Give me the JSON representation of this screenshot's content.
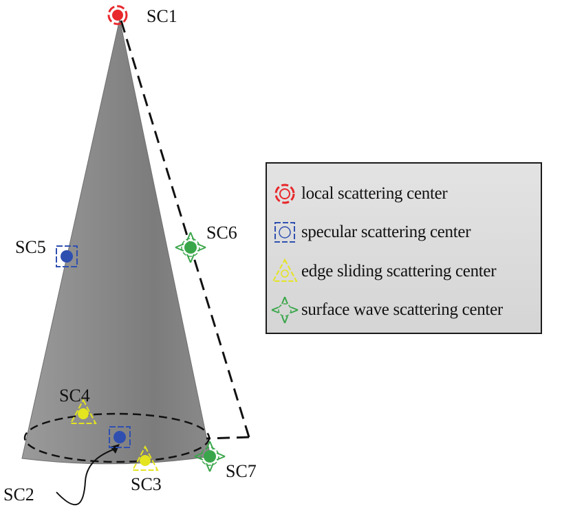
{
  "labels": {
    "sc1": "SC1",
    "sc2": "SC2",
    "sc3": "SC3",
    "sc4": "SC4",
    "sc5": "SC5",
    "sc6": "SC6",
    "sc7": "SC7"
  },
  "legend": {
    "items": [
      {
        "label": "local scattering center",
        "icon": "local-scattering-icon",
        "color": "#e8282b"
      },
      {
        "label": "specular scattering center",
        "icon": "specular-scattering-icon",
        "color": "#2f4fb0"
      },
      {
        "label": "edge sliding scattering center",
        "icon": "edge-sliding-scattering-icon",
        "color": "#e4e41f"
      },
      {
        "label": "surface wave scattering center",
        "icon": "surface-wave-scattering-icon",
        "color": "#3aa64a"
      }
    ]
  },
  "colors": {
    "cone": "#8e8e8e",
    "local": "#e8282b",
    "specular": "#2f4fb0",
    "edge": "#e4e41f",
    "surface": "#3aa64a"
  }
}
